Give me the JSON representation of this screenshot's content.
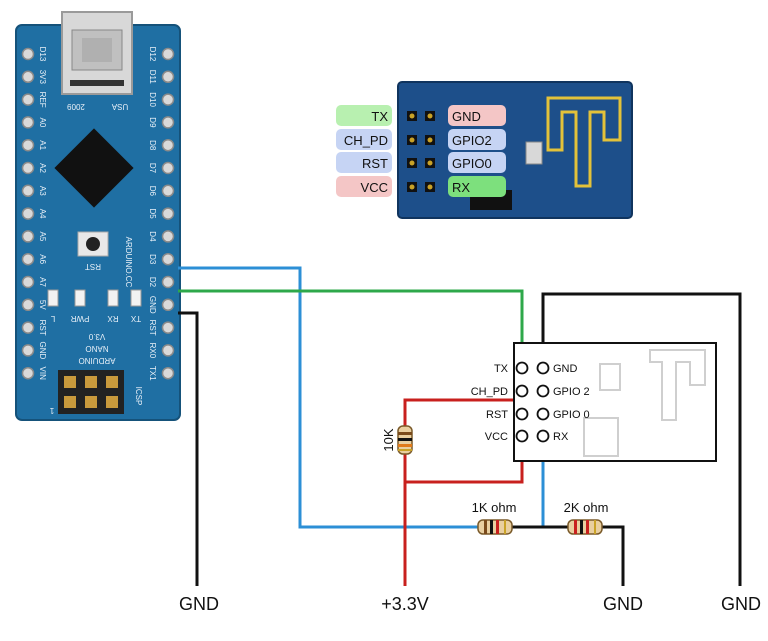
{
  "esp_photo_labels": {
    "left": [
      {
        "text": "TX",
        "color": "#b8f0b0"
      },
      {
        "text": "CH_PD",
        "color": "#c6d4f4"
      },
      {
        "text": "RST",
        "color": "#c6d4f4"
      },
      {
        "text": "VCC",
        "color": "#f4c6c6"
      }
    ],
    "right": [
      {
        "text": "GND",
        "color": "#f4c6c6"
      },
      {
        "text": "GPIO2",
        "color": "#c6d4f4"
      },
      {
        "text": "GPIO0",
        "color": "#c6d4f4"
      },
      {
        "text": "RX",
        "color": "#7de07d"
      }
    ]
  },
  "esp_schematic_pins": {
    "left": [
      "TX",
      "CH_PD",
      "RST",
      "VCC"
    ],
    "right": [
      "GND",
      "GPIO 2",
      "GPIO 0",
      "RX"
    ]
  },
  "arduino_board": {
    "pins_left": [
      "D12",
      "D11",
      "D10",
      "D9",
      "D8",
      "D7",
      "D6",
      "D5",
      "D4",
      "D3",
      "D2",
      "GND",
      "RST",
      "RX0",
      "TX1"
    ],
    "pins_right": [
      "D13",
      "3V3",
      "REF",
      "A0",
      "A1",
      "A2",
      "A3",
      "A4",
      "A5",
      "A6",
      "A7",
      "5V",
      "RST",
      "GND",
      "VIN"
    ],
    "usb_text": "USA",
    "year_text": "2009",
    "rst_button_label": "RST",
    "brand_text": "ARDUINO.CC",
    "led_labels": [
      "L",
      "PWR",
      "RX",
      "TX"
    ],
    "name_lines": [
      "ARDUINO",
      "NANO",
      "V3.0"
    ],
    "icsp_label": "ICSP",
    "icsp_pin1": "1"
  },
  "resistors": {
    "r_10k": "10K",
    "r_1k": "1K ohm",
    "r_2k": "2K ohm"
  },
  "terminals": {
    "gnd_left": "GND",
    "supply": "+3.3V",
    "gnd_mid": "GND",
    "gnd_right": "GND"
  },
  "wire_colors": {
    "blue": "#2c8fd6",
    "green": "#2ea84a",
    "red": "#c8201e",
    "black": "#111111",
    "board": "#1f6fa3"
  }
}
